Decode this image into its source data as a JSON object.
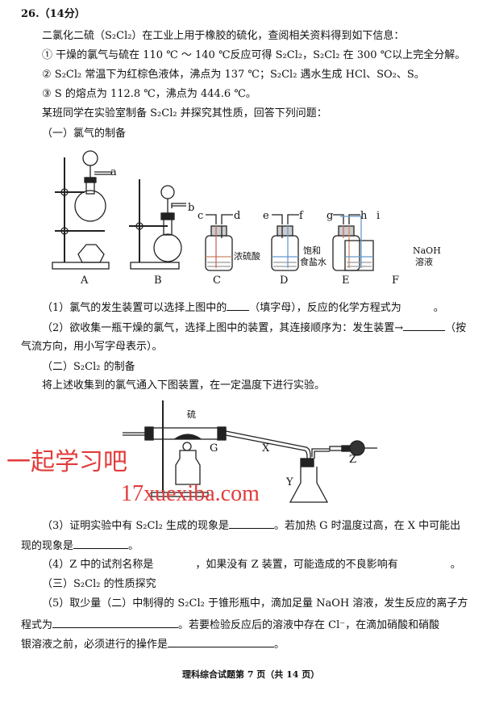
{
  "question": {
    "header": "26.（14分）",
    "intro": "二氯化二硫（S₂Cl₂）在工业上用于橡胶的硫化，查阅相关资料得到如下信息：",
    "info": [
      "① 干燥的氯气与硫在 110 ℃ ～ 140 ℃反应可得 S₂Cl₂，S₂Cl₂ 在 300 ℃以上完全分解。",
      "② S₂Cl₂ 常温下为红棕色液体，沸点为 137 ℃；S₂Cl₂ 遇水生成 HCl、SO₂、S。",
      "③ S 的熔点为 112.8 ℃，沸点为 444.6 ℃。"
    ],
    "task": "某班同学在实验室制备 S₂Cl₂ 并探究其性质，回答下列问题：",
    "part1_title": "（一）氯气的制备",
    "fig1": {
      "apparatus": [
        "A",
        "B",
        "C",
        "D",
        "E",
        "F"
      ],
      "ports": [
        "a",
        "b",
        "c",
        "d",
        "e",
        "f",
        "g",
        "h",
        "i"
      ],
      "reagent_c": "浓硫酸",
      "reagent_d": [
        "饱和",
        "食盐水"
      ],
      "reagent_f": [
        "NaOH",
        "溶液"
      ]
    },
    "q1_a": "（1）氯气的发生装置可以选择上图中的",
    "q1_b": "（填字母），反应的化学方程式为",
    "q1_c": "。",
    "q2_a": "（2）欲收集一瓶干燥的氯气，选择上图中的装置，其连接顺序为：发生装置→",
    "q2_b": "（按",
    "q2_c": "气流方向，用小写字母表示）。",
    "part2_title": "（二）S₂Cl₂ 的制备",
    "part2_intro": "将上述收集到的氯气通入下图装置，在一定温度下进行实验。",
    "fig2": {
      "sulfur": "硫",
      "labels": [
        "G",
        "X",
        "Y",
        "Z"
      ]
    },
    "q3_a": "（3）证明实验中有 S₂Cl₂ 生成的现象是",
    "q3_b": "。若加热 G 时温度过高，在 X 中可能出",
    "q3_c": "现的现象是",
    "q3_d": "。",
    "q4": "（4）Z 中的试剂名称是　　　　，如果没有 Z 装置，可能造成的不良影响有　　　　　。",
    "part3_title": "（三）S₂Cl₂ 的性质探究",
    "q5_a": "（5）取少量（二）中制得的 S₂Cl₂ 于锥形瓶中，滴加足量 NaOH 溶液，发生反应的离子方",
    "q5_b": "程式为",
    "q5_c": "。若要检验反应后的溶液中存在 Cl⁻，在滴加硝酸和硝酸",
    "q5_d": "银溶液之前，必须进行的操作是",
    "q5_e": "。"
  },
  "footer": "理科综合试题第 7 页（共 14 页）",
  "watermark": [
    "一起学习吧",
    "17xuexiba.com"
  ]
}
